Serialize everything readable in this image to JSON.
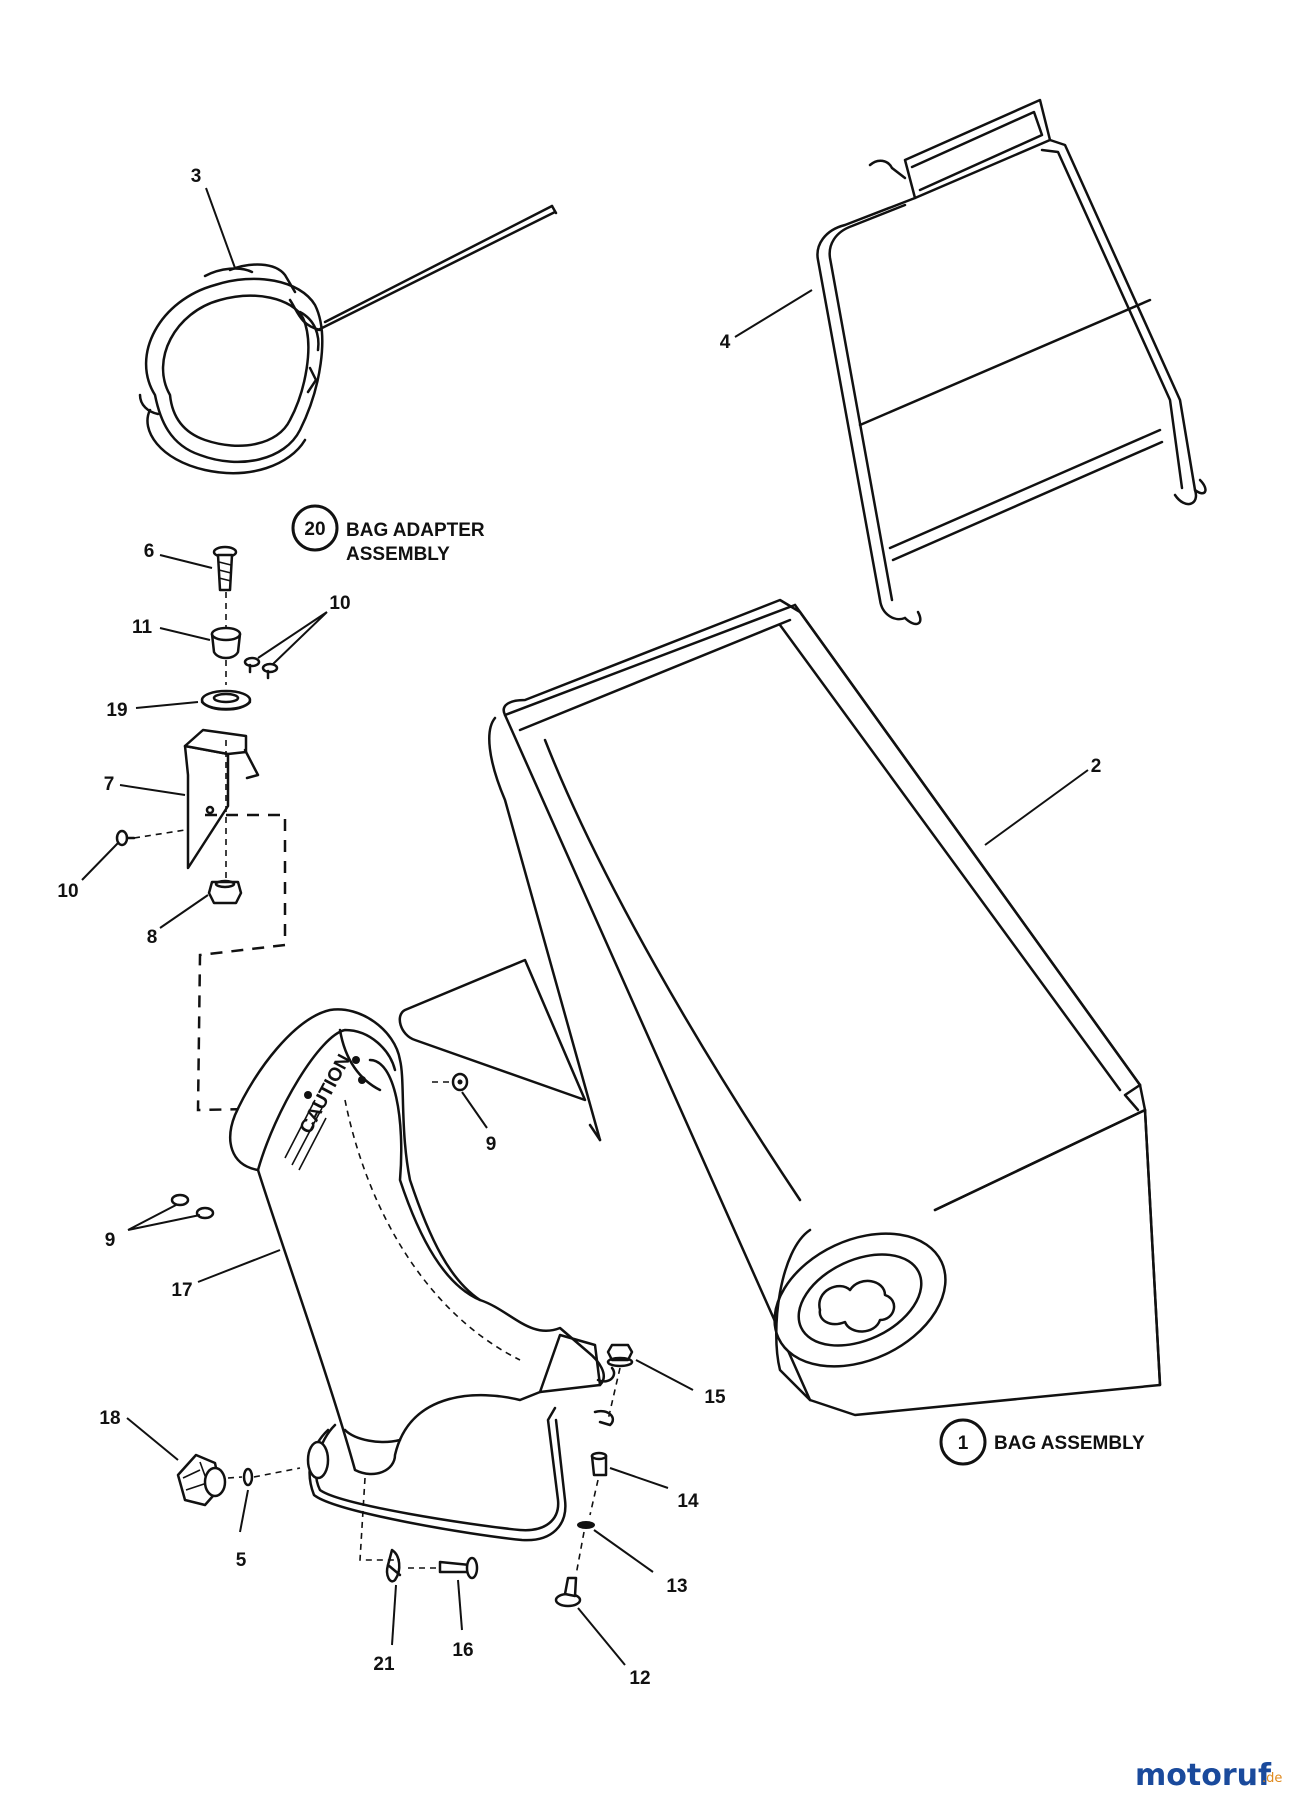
{
  "callouts": {
    "c1": "1",
    "c2": "2",
    "c3": "3",
    "c4": "4",
    "c5": "5",
    "c6": "6",
    "c7": "7",
    "c8": "8",
    "c9a": "9",
    "c9b": "9",
    "c10a": "10",
    "c10b": "10",
    "c11": "11",
    "c12": "12",
    "c13": "13",
    "c14": "14",
    "c15": "15",
    "c16": "16",
    "c17": "17",
    "c18": "18",
    "c19": "19",
    "c21": "21"
  },
  "assemblies": {
    "bag_adapter": {
      "number": "20",
      "line1": "BAG ADAPTER",
      "line2": "ASSEMBLY"
    },
    "bag": {
      "number": "1",
      "line1": "BAG ASSEMBLY"
    }
  },
  "decal_text": "CAUTION",
  "watermark": {
    "brand": "motoruf",
    "suffix": ".de",
    "colors": [
      "#1a4a9c",
      "#e08a1e"
    ]
  }
}
